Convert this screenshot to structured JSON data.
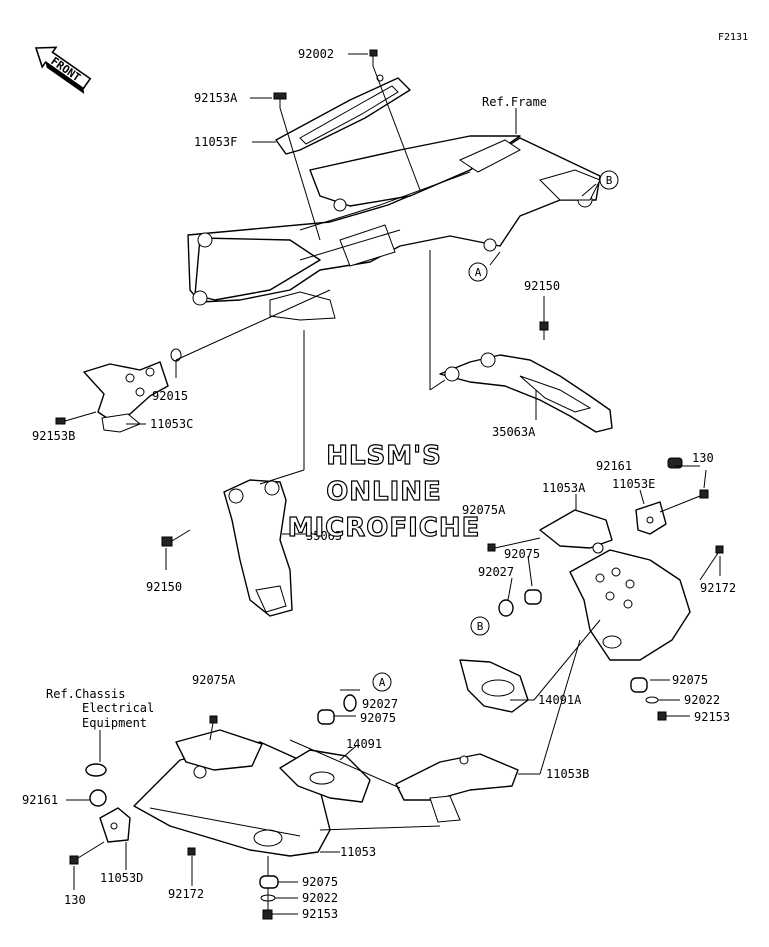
{
  "figure_code": "F2131",
  "front_label": "FRONT",
  "watermark": [
    "HLSM'S",
    "ONLINE",
    "MICROFICHE"
  ],
  "callouts": {
    "a": "A",
    "b": "B"
  },
  "refs": {
    "frame": "Ref.Frame",
    "chassis_line1": "Ref.Chassis",
    "chassis_line2": "Electrical",
    "chassis_line3": "Equipment"
  },
  "parts": {
    "p92002": "92002",
    "p92153A": "92153A",
    "p11053F": "11053F",
    "p92150_upper": "92150",
    "p92015": "92015",
    "p92153B": "92153B",
    "p11053C": "11053C",
    "p35063A": "35063A",
    "p35063": "35063",
    "p92150_lower": "92150",
    "p92161_right": "92161",
    "p130_right": "130",
    "p11053A": "11053A",
    "p11053E": "11053E",
    "p92075A_right": "92075A",
    "p92075_right_upper": "92075",
    "p92027_right": "92027",
    "p92172_right": "92172",
    "p14091A": "14091A",
    "p92075_right_lower": "92075",
    "p92022_right": "92022",
    "p92153_right": "92153",
    "p92075A_left": "92075A",
    "p92027_left": "92027",
    "p92075_left": "92075",
    "p14091": "14091",
    "p11053B": "11053B",
    "p92161_left": "92161",
    "p11053D": "11053D",
    "p130_left": "130",
    "p92172_left": "92172",
    "p11053": "11053",
    "p92075_bottom": "92075",
    "p92022_bottom": "92022",
    "p92153_bottom": "92153"
  }
}
